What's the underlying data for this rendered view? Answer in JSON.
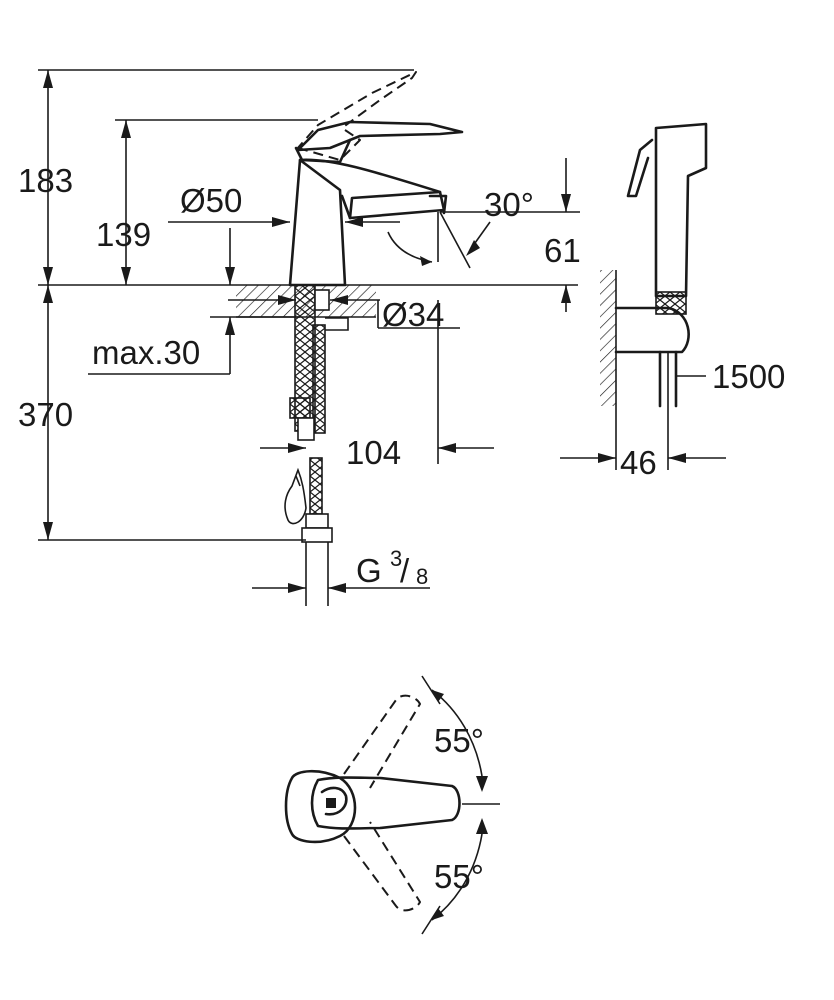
{
  "dimensions": {
    "height_total": "183",
    "height_spout": "139",
    "body_diameter": "Ø50",
    "spout_angle": "30°",
    "spout_clearance": "61",
    "hole_diameter": "Ø34",
    "max_deck_thickness": "max.30",
    "below_deck": "370",
    "reach": "104",
    "connection_thread": "G",
    "thread_num": "3",
    "thread_den": "8",
    "hose_length": "1500",
    "wall_projection": "46",
    "rotation_left": "55°",
    "rotation_right": "55°"
  }
}
